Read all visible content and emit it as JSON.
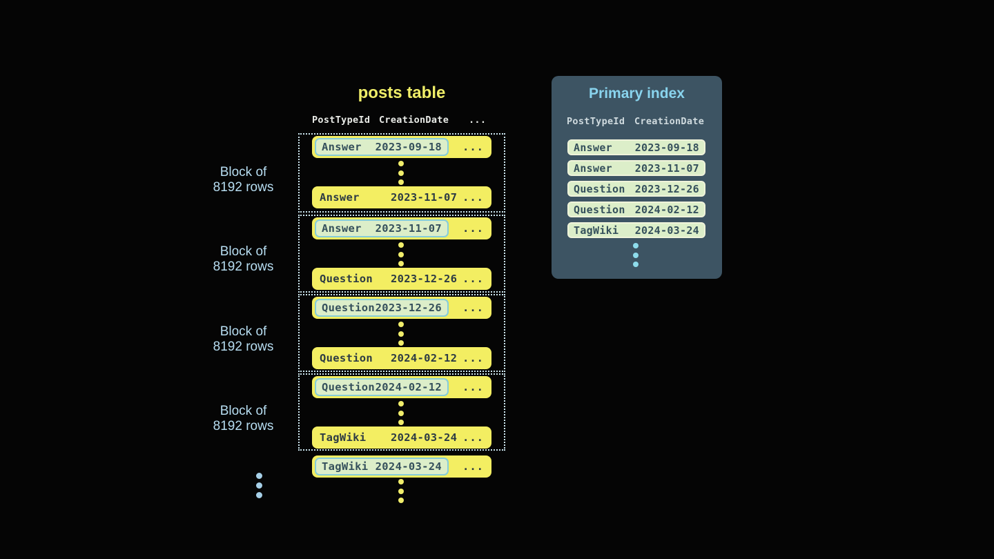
{
  "posts_table": {
    "title": "posts table",
    "header": {
      "col1": "PostTypeId",
      "col2": "CreationDate",
      "col3": "..."
    },
    "block_label": {
      "line1": "Block of",
      "line2": "8192 rows"
    },
    "row_ellipsis": "...",
    "blocks": [
      {
        "first": {
          "type": "Answer",
          "date": "2023-09-18"
        },
        "last": {
          "type": "Answer",
          "date": "2023-11-07"
        }
      },
      {
        "first": {
          "type": "Answer",
          "date": "2023-11-07"
        },
        "last": {
          "type": "Question",
          "date": "2023-12-26"
        }
      },
      {
        "first": {
          "type": "Question",
          "date": "2023-12-26"
        },
        "last": {
          "type": "Question",
          "date": "2024-02-12"
        }
      },
      {
        "first": {
          "type": "Question",
          "date": "2024-02-12"
        },
        "last": {
          "type": "TagWiki",
          "date": "2024-03-24"
        }
      }
    ],
    "next_block_first_row": {
      "type": "TagWiki",
      "date": "2024-03-24"
    }
  },
  "primary_index": {
    "title": "Primary index",
    "header": {
      "col1": "PostTypeId",
      "col2": "CreationDate"
    },
    "rows": [
      {
        "type": "Answer",
        "date": "2023-09-18"
      },
      {
        "type": "Answer",
        "date": "2023-11-07"
      },
      {
        "type": "Question",
        "date": "2023-12-26"
      },
      {
        "type": "Question",
        "date": "2024-02-12"
      },
      {
        "type": "TagWiki",
        "date": "2024-03-24"
      }
    ]
  },
  "colors": {
    "background": "#050505",
    "row_yellow": "#f3ee62",
    "chip_green": "#dceec9",
    "chip_border_cyan": "#85ccda",
    "index_panel": "#3d5463",
    "index_row_border": "#eff3da",
    "title_yellow": "#f0ee68",
    "title_blue": "#89d4ee",
    "block_label_blue": "#b7ddf1",
    "dotted_border": "#cfe9f2",
    "dark_text": "#35505c"
  }
}
